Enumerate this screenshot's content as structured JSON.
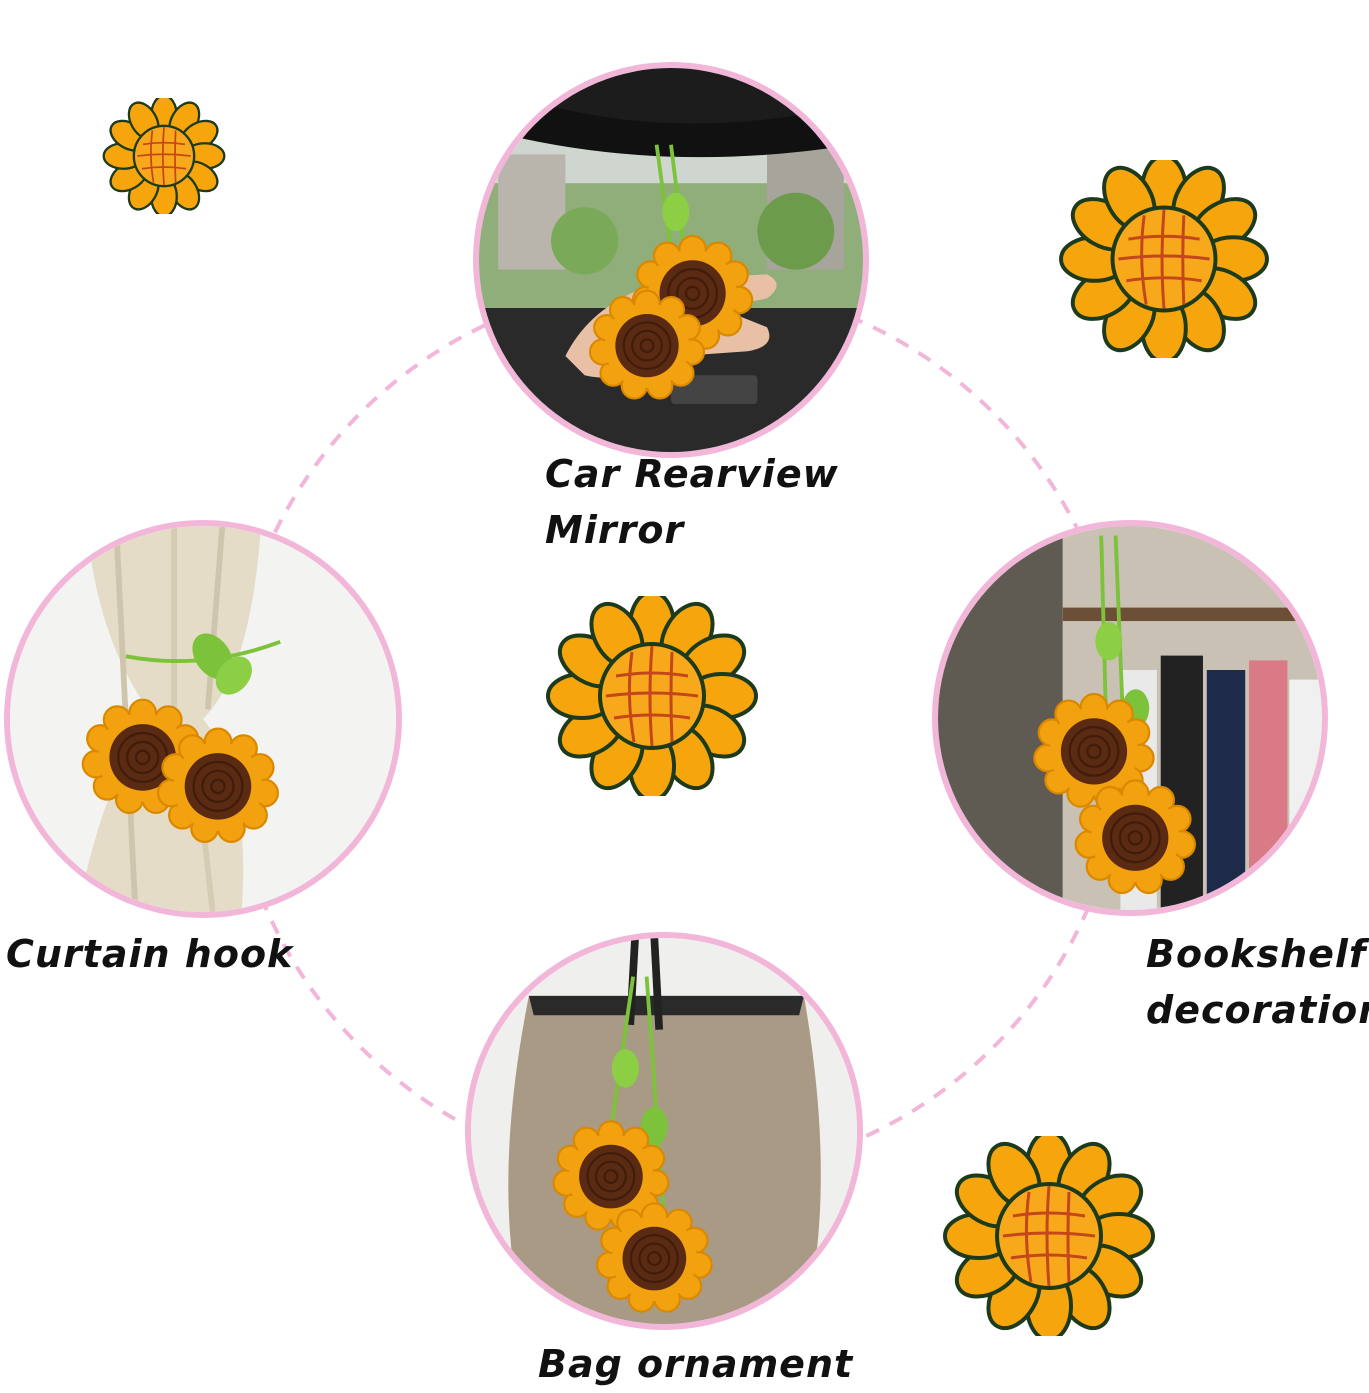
{
  "labels": {
    "top": [
      "Car Rearview",
      "Mirror"
    ],
    "left": "Curtain hook",
    "right": [
      "Bookshelf",
      "decoration"
    ],
    "bottom": "Bag ornament"
  },
  "colors": {
    "ring": "#f2b6d9",
    "petal": "#f6a60c",
    "petal_light": "#ffd23a",
    "center": "#5a2a12",
    "leaf": "#7cc23a",
    "outline": "#1d3a1a"
  },
  "icons": {
    "decoration": "sunflower-doodle-icon"
  }
}
